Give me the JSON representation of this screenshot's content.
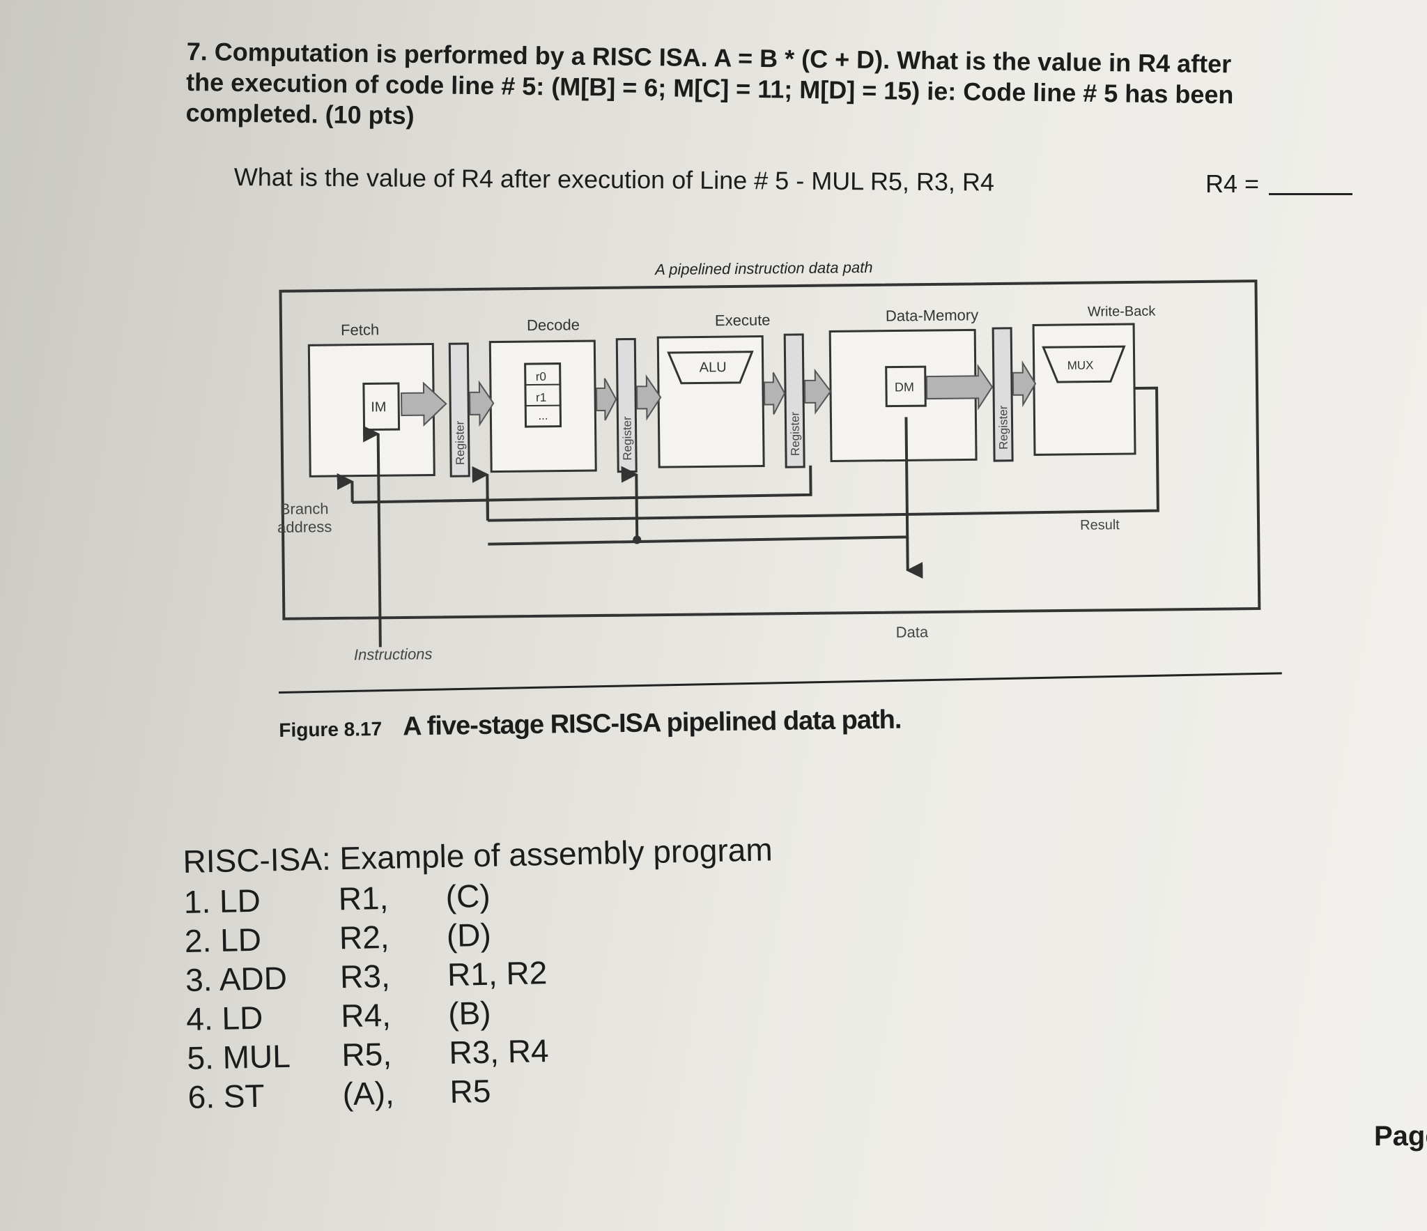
{
  "question": {
    "lines": [
      "7. Computation is performed by a RISC ISA.  A = B * (C + D).  What is the value in R4 after",
      "the execution of code line # 5: (M[B] = 6; M[C] = 11; M[D] = 15) ie: Code line # 5 has been",
      "completed. (10 pts)"
    ],
    "prompt": "What is the value of R4 after execution of Line # 5 - MUL R5,   R3, R4",
    "answer_label": "R4 ="
  },
  "figure": {
    "title": "A pipelined instruction data path",
    "stages": [
      "Fetch",
      "Decode",
      "Execute",
      "Data-Memory",
      "Write-Back"
    ],
    "register_label": "Register",
    "im": "IM",
    "regfile": [
      "r0",
      "r1",
      "..."
    ],
    "alu": "ALU",
    "dm": "DM",
    "mux": "MUX",
    "branch_address": [
      "Branch",
      "address"
    ],
    "instructions": "Instructions",
    "result": "Result",
    "data": "Data",
    "caption_label": "Figure 8.17",
    "caption_text": "A five-stage RISC-ISA pipelined data path."
  },
  "program": {
    "title": "RISC-ISA: Example of assembly program",
    "rows": [
      {
        "op": "1. LD",
        "dest": "R1,",
        "src": "(C)"
      },
      {
        "op": "2. LD",
        "dest": "R2,",
        "src": "(D)"
      },
      {
        "op": "3. ADD",
        "dest": "R3,",
        "src": "R1, R2"
      },
      {
        "op": "4. LD",
        "dest": "R4,",
        "src": "(B)"
      },
      {
        "op": "5. MUL",
        "dest": "R5,",
        "src": "R3, R4"
      },
      {
        "op": "6. ST",
        "dest": "(A),",
        "src": "R5"
      }
    ]
  },
  "page": "Page"
}
